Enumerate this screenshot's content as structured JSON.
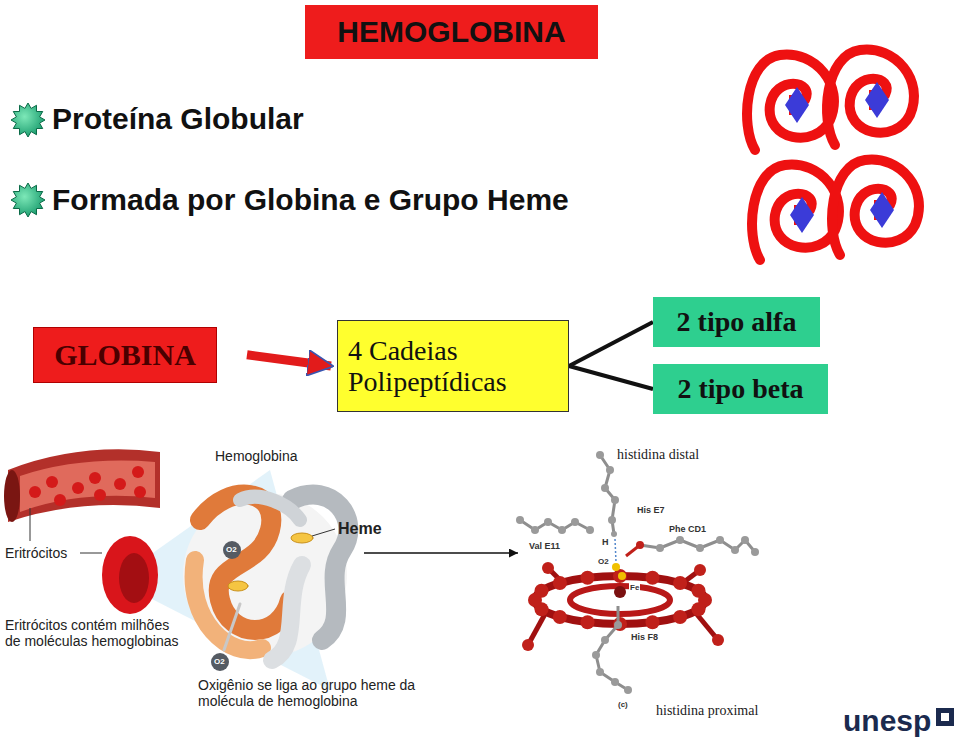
{
  "diagram": {
    "title": "HEMOGLOBINA",
    "nodes": [
      {
        "text": [
          "GLOBINA"
        ]
      },
      {
        "text": [
          "4 Cadeias Polipeptídicas"
        ]
      },
      {
        "text": [
          "2 tipo alfa"
        ]
      },
      {
        "text": [
          "2 tipo beta"
        ]
      }
    ],
    "edges": [
      {
        "from": 0,
        "to": 1,
        "arrow": "to"
      },
      {
        "from": 1,
        "to": 2,
        "arrow": "none"
      },
      {
        "from": 1,
        "to": 3,
        "arrow": "none"
      }
    ],
    "labels": [
      "Proteína Globular",
      "Formada por Globina e Grupo Heme",
      "Hemoglobina",
      "Eritrócitos",
      "Eritrócitos contém milhões de moléculas hemoglobinas",
      "Heme",
      "O2",
      "O2",
      "Oxigênio se liga ao grupo heme da molécula de hemoglobina",
      "histidina distal",
      "His E7",
      "Val E11",
      "Phe CD1",
      "H",
      "O2",
      "Fe",
      "His F8",
      "(c)",
      "histidina proximal",
      "unesp"
    ]
  }
}
